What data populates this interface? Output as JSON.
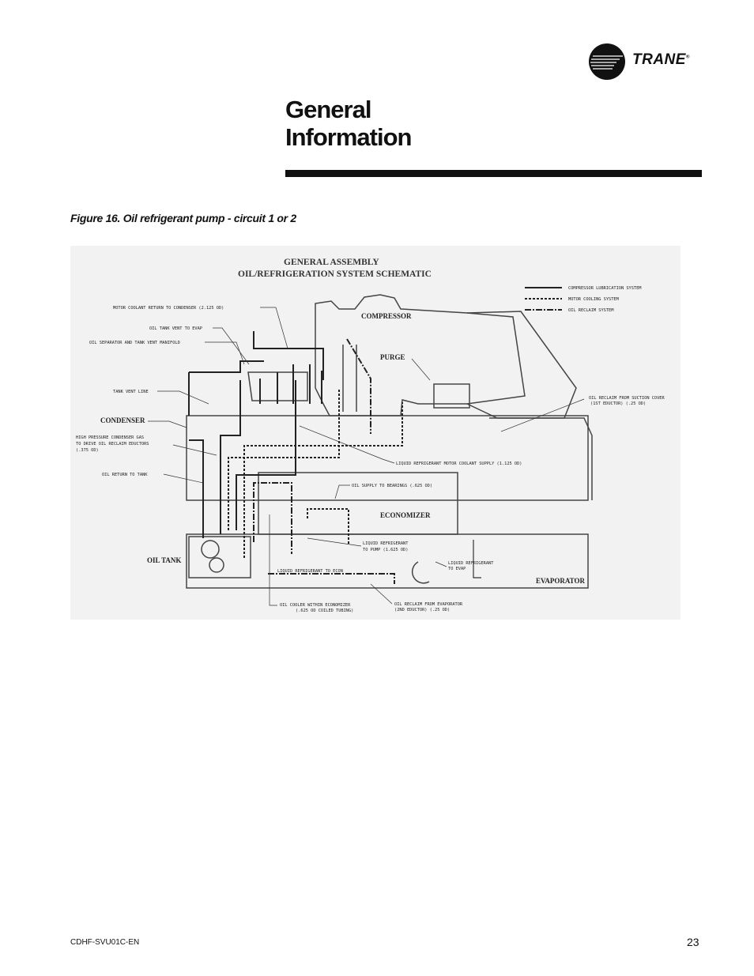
{
  "brand": {
    "name": "TRANE",
    "registered": "®"
  },
  "header": {
    "title_line1": "General",
    "title_line2": "Information"
  },
  "figure": {
    "caption": "Figure 16. Oil refrigerant pump - circuit 1 or 2",
    "heading_line1": "GENERAL ASSEMBLY",
    "heading_line2": "OIL/REFRIGERATION SYSTEM SCHEMATIC",
    "legend": [
      "COMPRESSOR LUBRICATION SYSTEM",
      "MOTOR COOLING SYSTEM",
      "OIL RECLAIM SYSTEM"
    ],
    "components": {
      "compressor": "COMPRESSOR",
      "purge": "PURGE",
      "condenser": "CONDENSER",
      "economizer": "ECONOMIZER",
      "oil_tank": "OIL TANK",
      "evaporator": "EVAPORATOR"
    },
    "callouts": {
      "motor_coolant_return": "MOTOR COOLANT RETURN TO CONDENSER (2.125 OD)",
      "oil_tank_vent": "OIL TANK VENT TO EVAP",
      "oil_separator": "OIL SEPARATOR AND TANK VENT MANIFOLD",
      "tank_vent_line": "TANK VENT LINE",
      "hp_gas_1": "HIGH PRESSURE CONDENSER GAS",
      "hp_gas_2": "TO DRIVE OIL RECLAIM EDUCTORS",
      "hp_gas_3": "(.375 OD)",
      "oil_return": "OIL RETURN TO TANK",
      "reclaim_suction_1": "OIL RECLAIM FROM SUCTION COVER",
      "reclaim_suction_2": "(1ST EDUCTOR) (.25 OD)",
      "liquid_motor_coolant": "LIQUID REFRIGERANT MOTOR COOLANT SUPPLY (1.125 OD)",
      "oil_supply_bearings": "OIL SUPPLY TO BEARINGS (.625 OD)",
      "liquid_to_pump_1": "LIQUID REFRIGERANT",
      "liquid_to_pump_2": "TO PUMP (1.625 OD)",
      "liquid_to_econ": "LIQUID REFRIGERANT TO ECON",
      "liquid_to_evap_1": "LIQUID REFRIGERANT",
      "liquid_to_evap_2": "TO EVAP",
      "oil_cooler_1": "OIL COOLER WITHIN ECONOMIZER",
      "oil_cooler_2": "(.625 OD COILED TUBING)",
      "reclaim_evap_1": "OIL RECLAIM FROM EVAPORATOR",
      "reclaim_evap_2": "(2ND EDUCTOR) (.25 OD)"
    }
  },
  "footer": {
    "doc_id": "CDHF-SVU01C-EN",
    "page_number": "23"
  }
}
